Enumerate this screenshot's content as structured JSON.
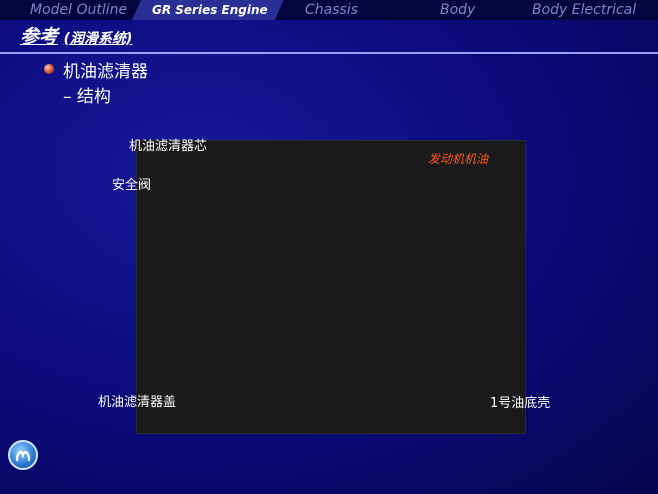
{
  "nav": {
    "tabs": [
      {
        "label": "Model Outline"
      },
      {
        "label": "GR Series Engine",
        "active": true
      },
      {
        "label": "Chassis"
      },
      {
        "label": "Body"
      },
      {
        "label": "Body Electrical"
      }
    ]
  },
  "header": {
    "title_main": "参考",
    "title_sub": "(润滑系统)"
  },
  "content": {
    "bullet1": "机油滤清器",
    "bullet2": "– 结构"
  },
  "figure": {
    "labels": {
      "element": "机油滤清器芯",
      "relief_valve": "安全阀",
      "engine_oil": "发动机机油",
      "cap": "机油滤清器盖",
      "oil_pan": "1号油底壳"
    }
  },
  "colors": {
    "background": "#0a0a78",
    "nav_bar": "#04043f",
    "active_tab": "#2a2f95",
    "oil_label": "#ff5a1e"
  },
  "icons": {
    "bullet": "bullet-dot-icon",
    "logo": "toyota-logo-icon"
  }
}
